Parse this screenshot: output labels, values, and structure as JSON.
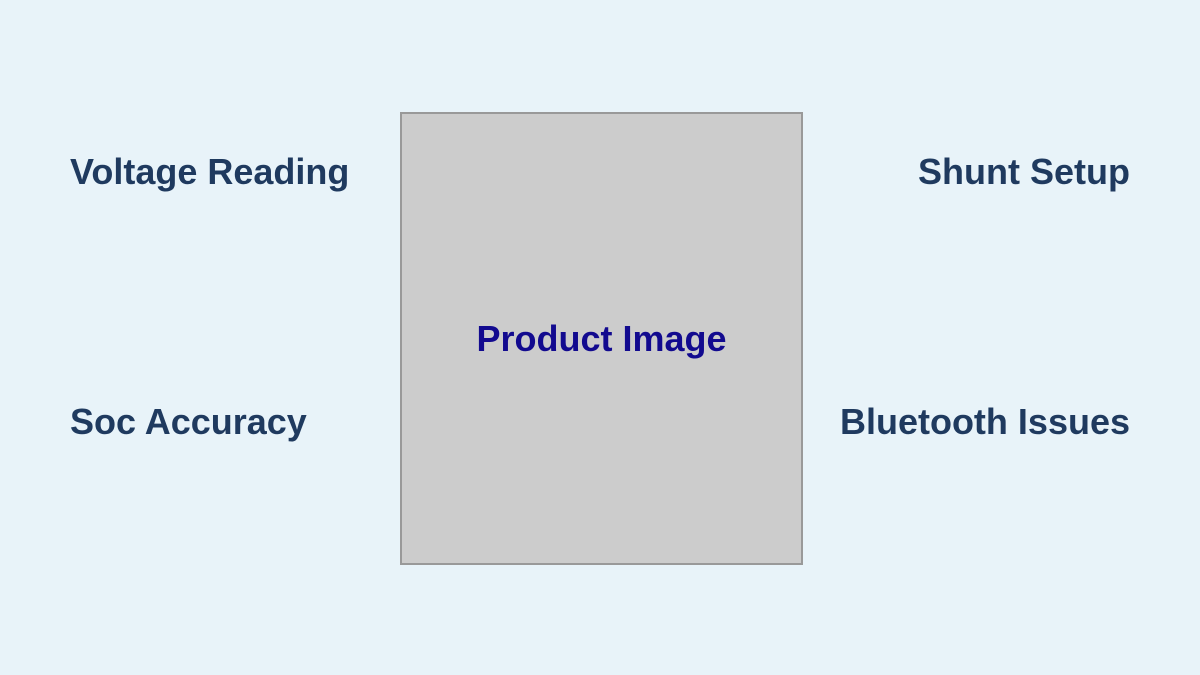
{
  "labels": {
    "top_left": "Voltage Reading",
    "top_right": "Shunt Setup",
    "bottom_left": "Soc Accuracy",
    "bottom_right": "Bluetooth Issues"
  },
  "product": {
    "placeholder": "Product Image"
  },
  "colors": {
    "background": "#e8f3f9",
    "label_text": "#1f3a5f",
    "box_fill": "#cccccc",
    "box_border": "#999999",
    "box_text": "#120a8f"
  }
}
